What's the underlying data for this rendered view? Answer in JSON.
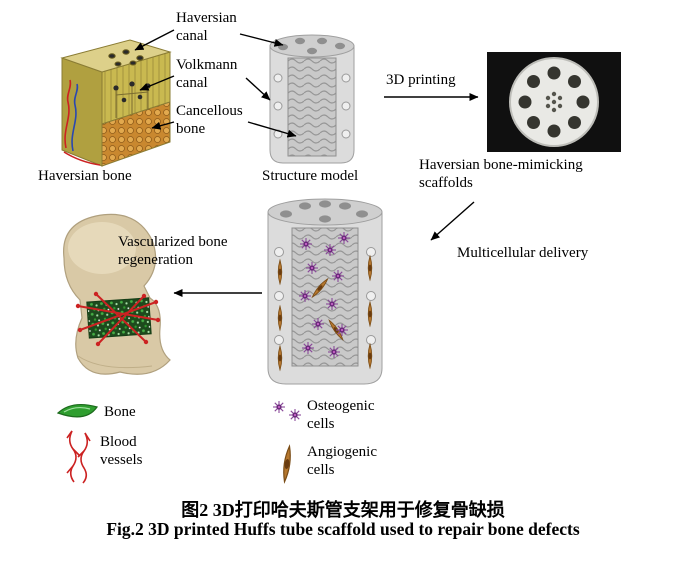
{
  "figure": {
    "caption_zh": "图2 3D打印哈夫斯管支架用于修复骨缺损",
    "caption_en": "Fig.2 3D printed Huffs tube scaffold used to repair bone defects"
  },
  "labels": {
    "haversian_canal": "Haversian\ncanal",
    "volkmann_canal": "Volkmann\ncanal",
    "cancellous_bone": "Cancellous\nbone",
    "haversian_bone": "Haversian bone",
    "structure_model": "Structure model",
    "printing_3d": "3D printing",
    "mimicking_scaffolds": "Haversian bone-mimicking\nscaffolds",
    "multicellular_delivery": "Multicellular delivery",
    "vascularized_regeneration": "Vascularized bone\nregeneration"
  },
  "legend": {
    "bone": "Bone",
    "blood_vessels": "Blood\nvessels",
    "osteogenic_cells": "Osteogenic\ncells",
    "angiogenic_cells": "Angiogenic\ncells"
  },
  "colors": {
    "bone_block_yellow": "#c9b950",
    "cancellous_orange": "#c9882f",
    "scaffold_gray": "#dcdcdc",
    "bone_green": "#2f9e2f",
    "vessel_red": "#cc2222",
    "osteogenic_purple": "#8a4a9a",
    "angiogenic_orange": "#b5772e",
    "text": "#000000"
  }
}
